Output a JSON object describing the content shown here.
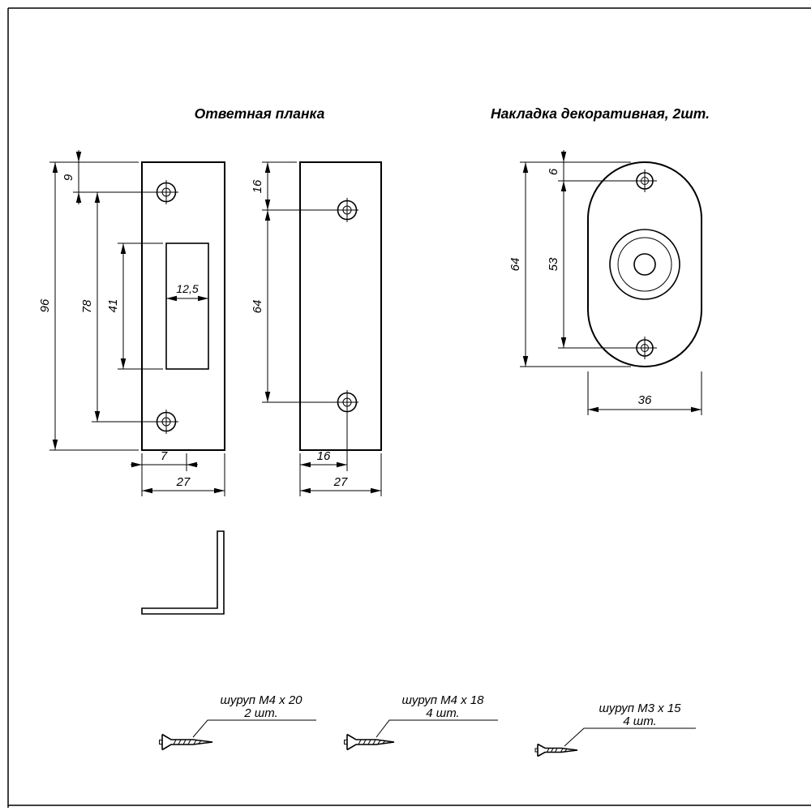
{
  "titles": {
    "strike_plate": "Ответная планка",
    "decorative_plate": "Накладка декоративная, 2шт."
  },
  "strike_plate_front": {
    "top_hole_offset": "9",
    "total_height": "96",
    "hole_spacing": "78",
    "latch_height": "41",
    "latch_width": "12,5",
    "latch_offset": "7",
    "width": "27"
  },
  "strike_plate_back": {
    "top_hole_offset": "16",
    "hole_spacing": "64",
    "hole_side_offset": "16",
    "width": "27"
  },
  "decorative_plate": {
    "top_hole_offset": "6",
    "total_height": "64",
    "hole_spacing": "53",
    "width": "36"
  },
  "screws": [
    {
      "label": "шуруп М4 х 20",
      "qty": "2 шт."
    },
    {
      "label": "шуруп М4 х 18",
      "qty": "4 шт."
    },
    {
      "label": "шуруп М3 х 15",
      "qty": "4 шт."
    }
  ]
}
